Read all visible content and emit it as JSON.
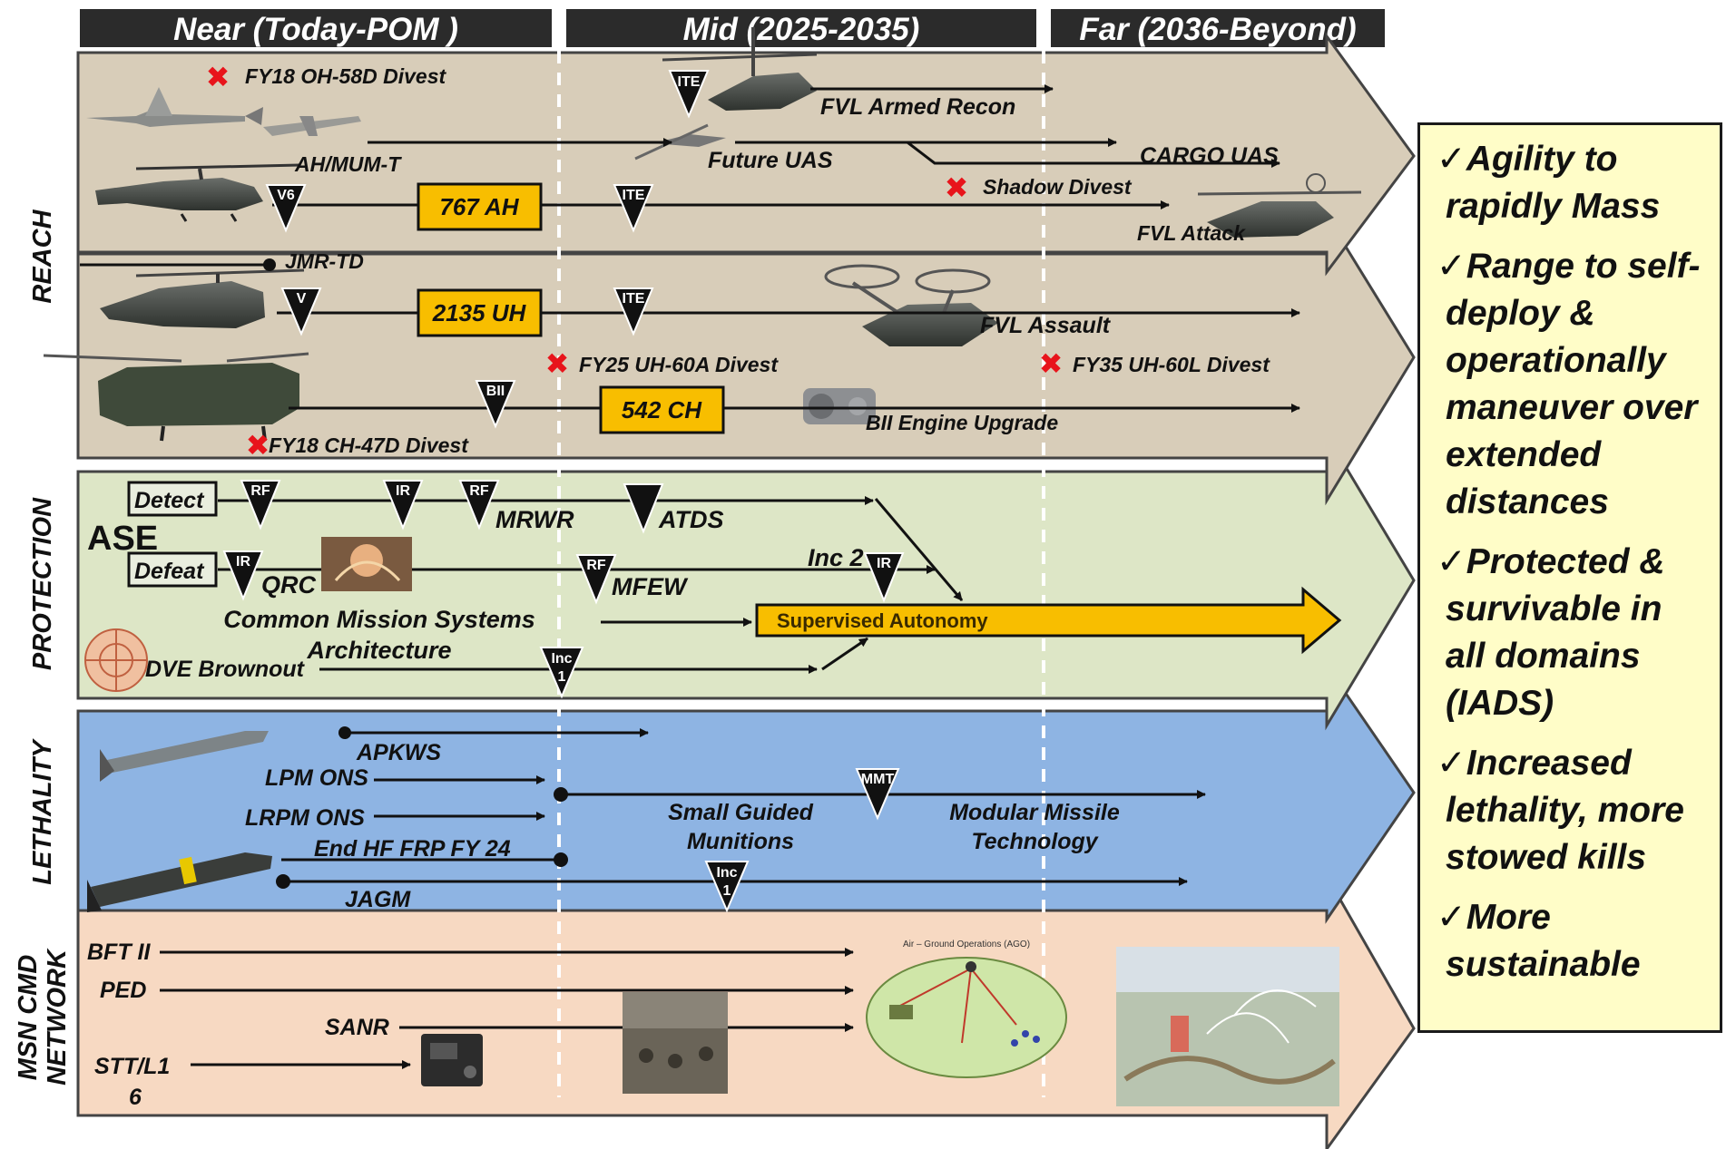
{
  "headers": {
    "near": "Near (Today-POM )",
    "mid": "Mid (2025-2035)",
    "far": "Far (2036-Beyond)"
  },
  "lanes": {
    "reach": "REACH",
    "protection": "PROTECTION",
    "lethality": "LETHALITY",
    "network_line1": "MSN CMD",
    "network_line2": "NETWORK"
  },
  "reach": {
    "fy18_oh58d": "FY18 OH-58D Divest",
    "fvl_armed_recon": "FVL Armed Recon",
    "ah_mum_t": "AH/MUM-T",
    "future_uas": "Future UAS",
    "cargo_uas": "CARGO UAS",
    "shadow_divest": "Shadow Divest",
    "ah_767": "767 AH",
    "fvl_attack": "FVL Attack",
    "jmr_td": "JMR-TD",
    "uh_2135": "2135 UH",
    "fvl_assault": "FVL Assault",
    "fy25_uh60a": "FY25 UH-60A Divest",
    "fy35_uh60l": "FY35 UH-60L Divest",
    "ch_542": "542 CH",
    "bii_engine": "BII Engine Upgrade",
    "fy18_ch47d": "FY18 CH-47D Divest",
    "tri_ite": "ITE",
    "tri_v6": "V6",
    "tri_v": "V",
    "tri_bii": "BII"
  },
  "protection": {
    "detect": "Detect",
    "defeat": "Defeat",
    "ase": "ASE",
    "mrwr": "MRWR",
    "atds": "ATDS",
    "qrc": "QRC",
    "mfew": "MFEW",
    "inc2": "Inc 2",
    "cmsa_line1": "Common Mission Systems",
    "cmsa_line2": "Architecture",
    "supervised_autonomy": "Supervised Autonomy",
    "dve_brownout": "DVE Brownout",
    "tri_rf": "RF",
    "tri_ir": "IR",
    "tri_inc_a": "Inc",
    "tri_inc_b": "1"
  },
  "lethality": {
    "apkws": "APKWS",
    "lpm_ons": "LPM ONS",
    "lrpm_ons": "LRPM ONS",
    "end_hf_frp": "End HF FRP FY 24",
    "jagm": "JAGM",
    "sgm_line1": "Small Guided",
    "sgm_line2": "Munitions",
    "mmt_line1": "Modular Missile",
    "mmt_line2": "Technology",
    "tri_mmt": "MMT",
    "tri_inc_a": "Inc",
    "tri_inc_b": "1"
  },
  "network": {
    "bft2": "BFT II",
    "ped": "PED",
    "sanr": "SANR",
    "stt_line1": "STT/L1",
    "stt_line2": "6",
    "ago_title": "Air – Ground Operations (AGO)"
  },
  "goals": [
    {
      "line1": "Agility to",
      "rest": [
        "rapidly Mass"
      ]
    },
    {
      "line1": "Range to self-",
      "rest": [
        "deploy &",
        "operationally",
        "maneuver over",
        "extended",
        "distances"
      ]
    },
    {
      "line1": "Protected &",
      "rest": [
        "survivable in",
        "all domains",
        "(IADS)"
      ]
    },
    {
      "line1": "Increased",
      "rest": [
        "lethality, more",
        "stowed kills"
      ]
    },
    {
      "line1": "More",
      "rest": [
        "sustainable"
      ]
    }
  ],
  "check_glyph": "✓",
  "divest_glyph": "✖",
  "colors": {
    "reach_band": "#d8cdb9",
    "protection_band": "#dde6c6",
    "lethality_band": "#8eb4e3",
    "network_band": "#f7d9c2",
    "header_bg": "#2b2b2b",
    "milestone_box": "#f8be00",
    "divest_red": "#e8141b",
    "goals_bg": "#fffdc8"
  }
}
